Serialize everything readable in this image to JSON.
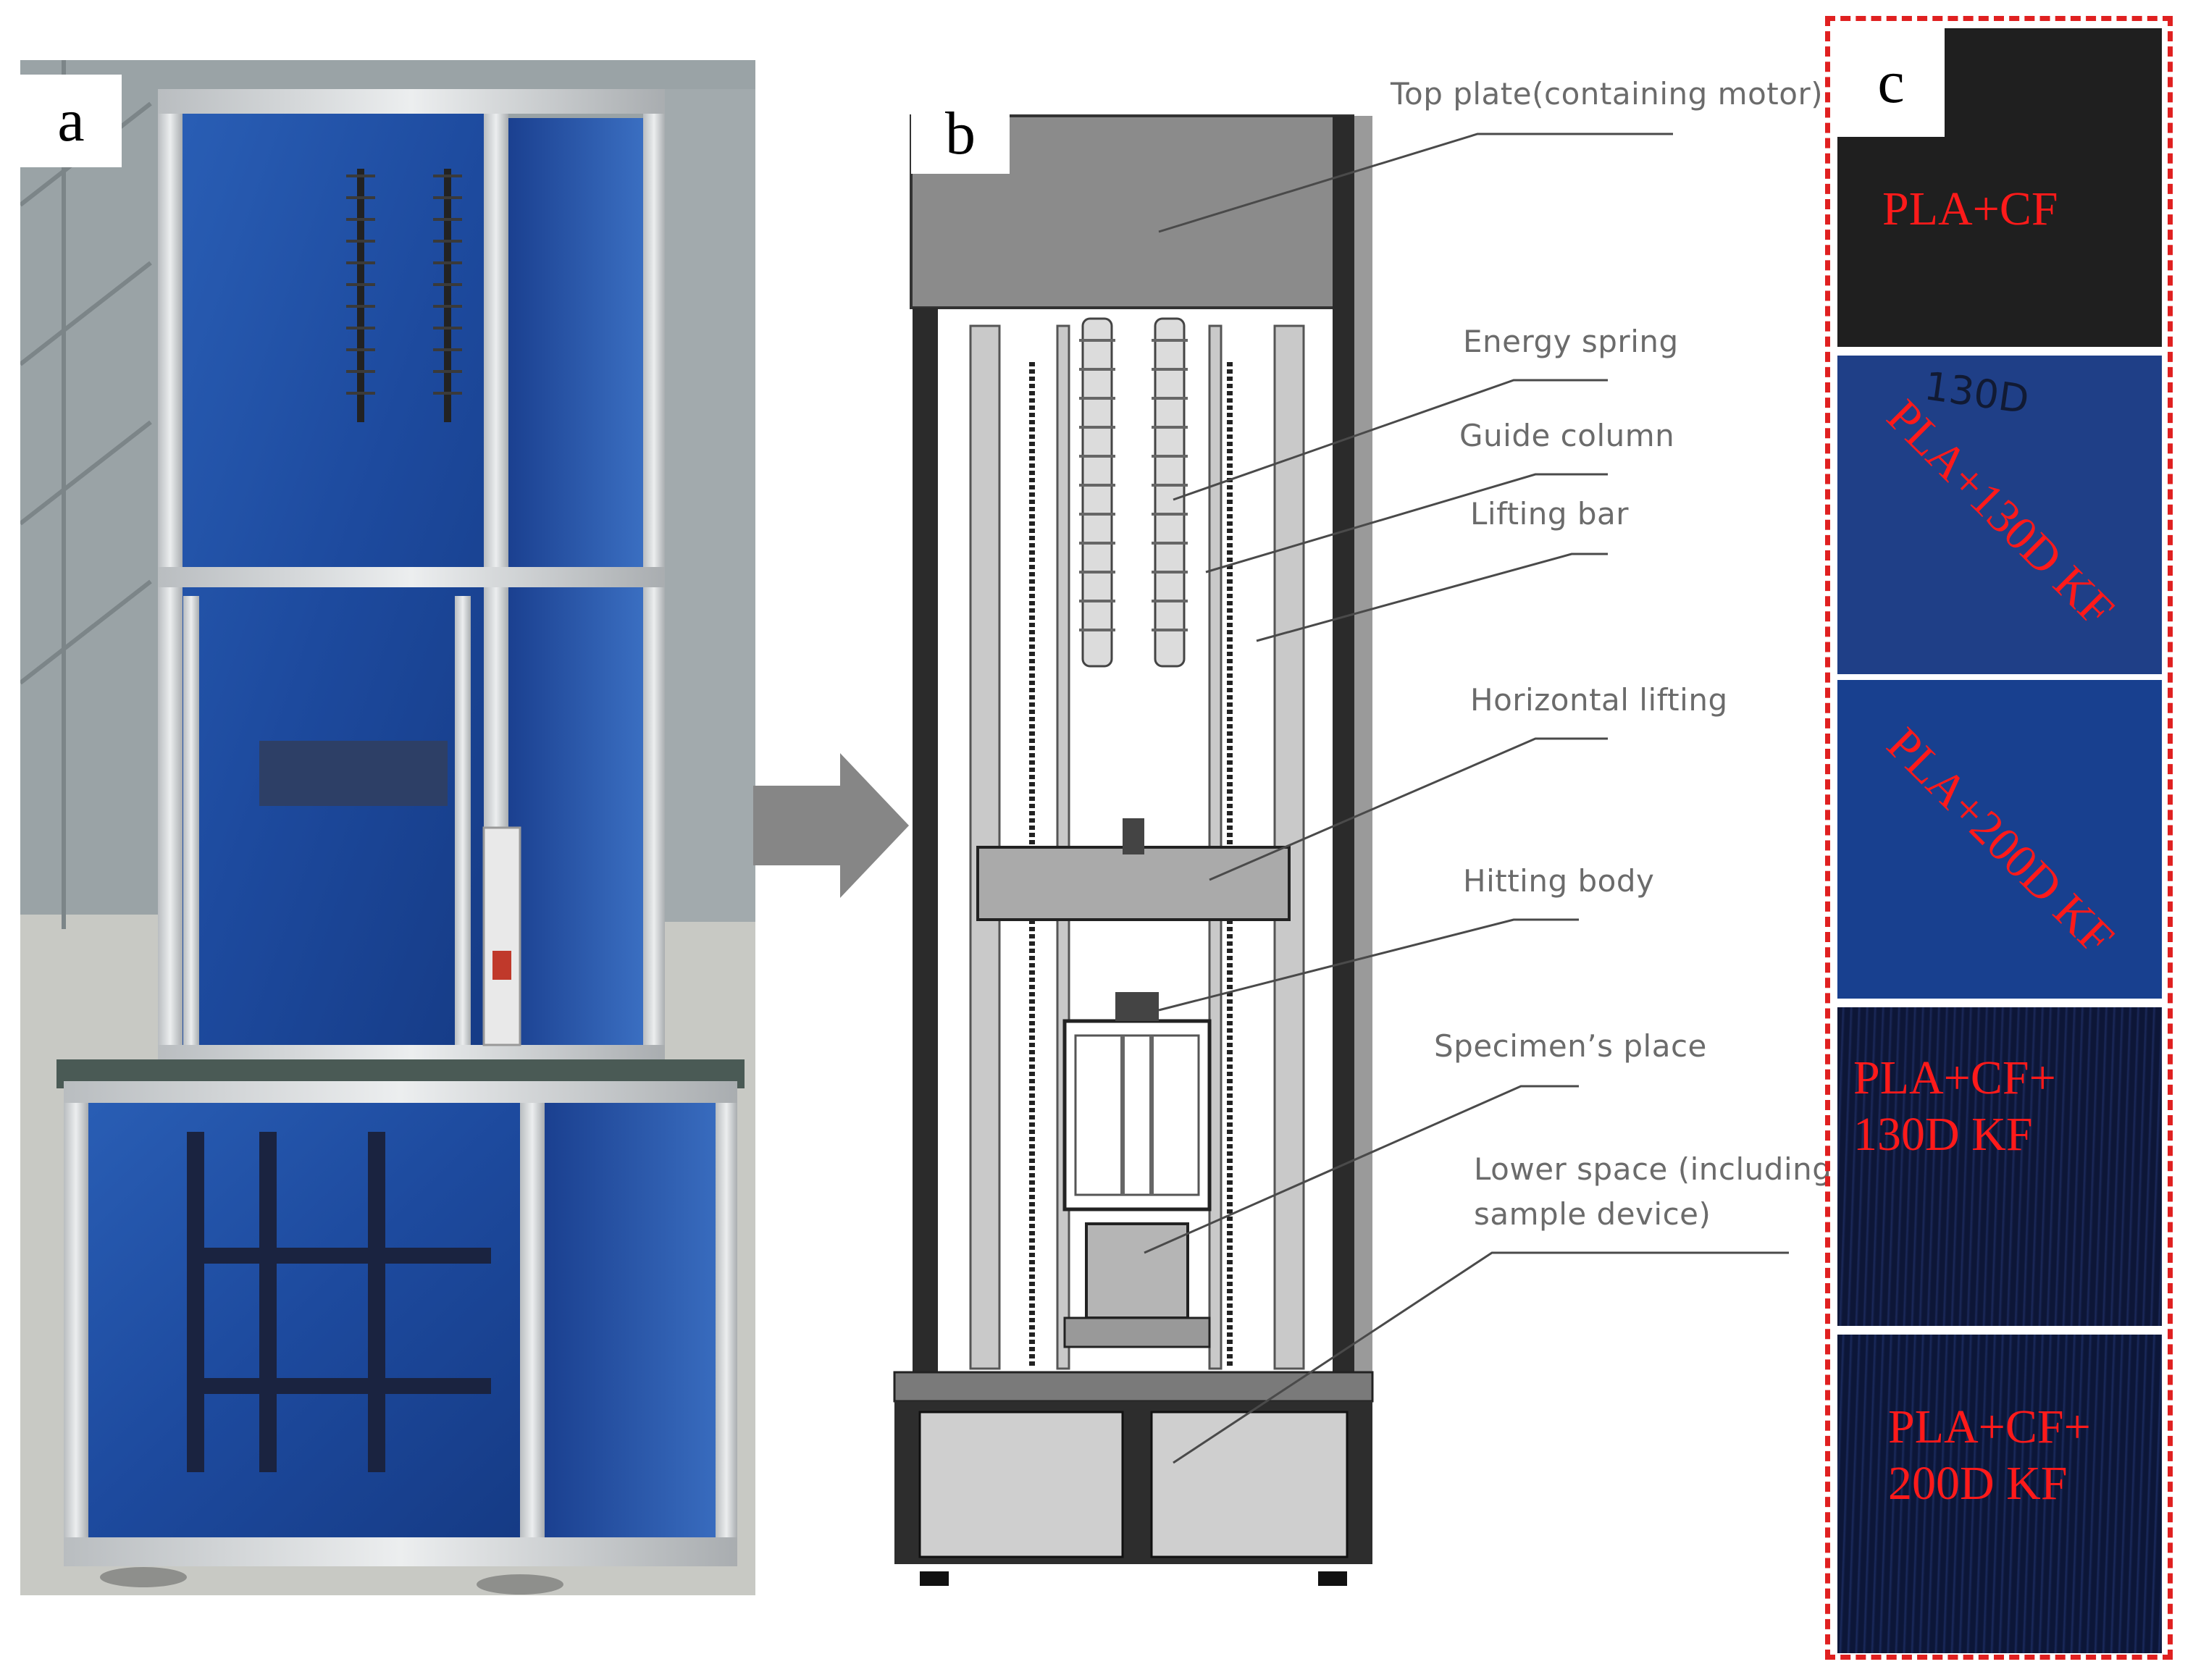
{
  "panels": {
    "a": {
      "tag": "a"
    },
    "b": {
      "tag": "b"
    },
    "c": {
      "tag": "c"
    }
  },
  "callouts": [
    {
      "key": "top_plate",
      "text": "Top plate(containing motor)"
    },
    {
      "key": "energy_spring",
      "text": "Energy spring"
    },
    {
      "key": "guide_column",
      "text": "Guide column"
    },
    {
      "key": "lifting_bar",
      "text": "Lifting bar"
    },
    {
      "key": "horizontal_lifting",
      "text": "Horizontal lifting"
    },
    {
      "key": "hitting_body",
      "text": "Hitting body"
    },
    {
      "key": "specimen_place",
      "text": "Specimen’s place"
    },
    {
      "key": "lower_space",
      "text": "Lower space (including"
    },
    {
      "key": "lower_space_2",
      "text": "sample device)"
    }
  ],
  "specimens": [
    {
      "label_lines": [
        "PLA+CF"
      ],
      "color": "#1c1c1c"
    },
    {
      "label_lines": [
        "PLA+130D KF"
      ],
      "handwriting": "130D",
      "color": "#1e3f86"
    },
    {
      "label_lines": [
        "PLA+200D KF"
      ],
      "color": "#173c8c"
    },
    {
      "label_lines": [
        "PLA+CF+",
        "130D KF"
      ],
      "color": "#101a3e"
    },
    {
      "label_lines": [
        "PLA+CF+",
        "200D KF"
      ],
      "color": "#0f1a40"
    }
  ],
  "colors": {
    "accent_red": "#e02020",
    "panel_gray": "#8b8b8b",
    "glass_blue": "#1f4fa8"
  }
}
